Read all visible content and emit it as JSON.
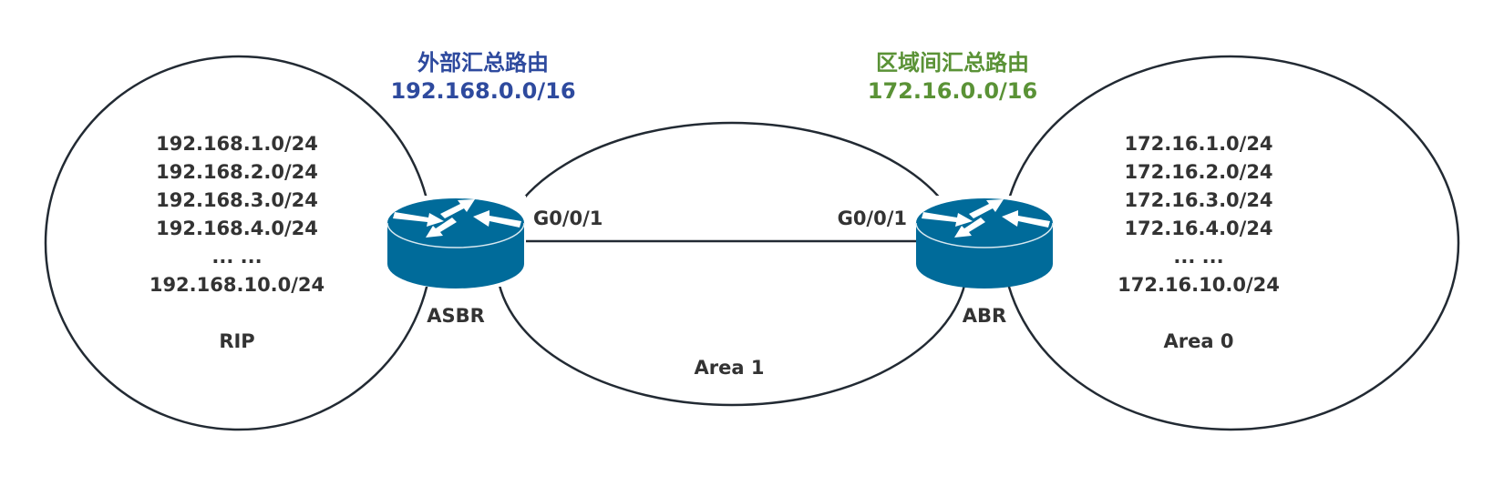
{
  "colors": {
    "left_summary": "#2e4a9e",
    "right_summary": "#5a9236",
    "router_fill": "#006b9a",
    "text": "#333333",
    "line": "#222a33"
  },
  "left_summary": {
    "title": "外部汇总路由",
    "prefix": "192.168.0.0/16"
  },
  "right_summary": {
    "title": "区域间汇总路由",
    "prefix": "172.16.0.0/16"
  },
  "left_domain": {
    "networks": [
      "192.168.1.0/24",
      "192.168.2.0/24",
      "192.168.3.0/24",
      "192.168.4.0/24",
      "... ...",
      "192.168.10.0/24"
    ],
    "name": "RIP"
  },
  "right_domain": {
    "networks": [
      "172.16.1.0/24",
      "172.16.2.0/24",
      "172.16.3.0/24",
      "172.16.4.0/24",
      "... ...",
      "172.16.10.0/24"
    ],
    "name": "Area 0"
  },
  "middle_domain": {
    "name": "Area 1"
  },
  "routers": {
    "left": {
      "name": "ASBR",
      "interface": "G0/0/1",
      "icon": "router-icon"
    },
    "right": {
      "name": "ABR",
      "interface": "G0/0/1",
      "icon": "router-icon"
    }
  }
}
